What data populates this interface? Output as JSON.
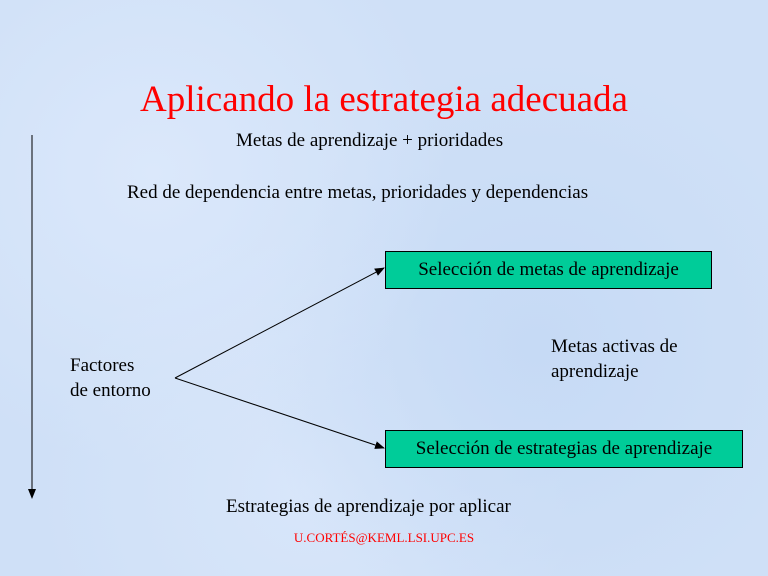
{
  "title": "Aplicando la estrategia adecuada",
  "subtitle": "Metas de aprendizaje + prioridades",
  "network": "Red de dependencia entre metas, prioridades y dependencias",
  "factors_line1": "Factores",
  "factors_line2": "de entorno",
  "box_goals": "Selección de metas de aprendizaje",
  "box_strategies": "Selección de estrategias de aprendizaje",
  "active_line1": "Metas activas de",
  "active_line2": "aprendizaje",
  "bottom": "Estrategias de aprendizaje por aplicar",
  "footer": "U.CORTÉS@KEML.LSI.UPC.ES"
}
